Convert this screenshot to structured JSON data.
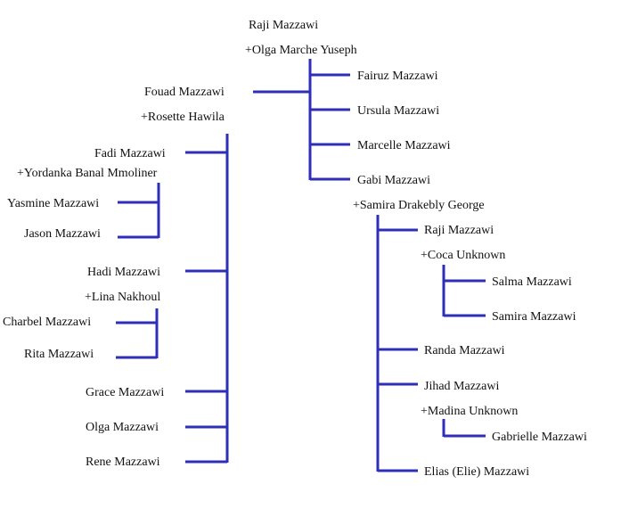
{
  "tree": {
    "line_color": "#2e2eb8",
    "text_color": "#111111",
    "root": {
      "name": "Raji Mazzawi",
      "spouse": "+Olga Marche Yuseph",
      "children": {
        "fouad": "Fouad Mazzawi",
        "fouad_spouse": "+Rosette Hawila",
        "fairuz": "Fairuz Mazzawi",
        "ursula": "Ursula Mazzawi",
        "marcelle": "Marcelle Mazzawi",
        "gabi": "Gabi Mazzawi",
        "gabi_spouse": "+Samira Drakebly George"
      }
    },
    "fouad_children": {
      "fadi": "Fadi Mazzawi",
      "fadi_spouse": "+Yordanka Banal Mmoliner",
      "hadi": "Hadi Mazzawi",
      "hadi_spouse": "+Lina Nakhoul",
      "grace": "Grace Mazzawi",
      "olga": "Olga Mazzawi",
      "rene": "Rene Mazzawi"
    },
    "fadi_children": {
      "yasmine": "Yasmine Mazzawi",
      "jason": "Jason Mazzawi"
    },
    "hadi_children": {
      "charbel": "Charbel Mazzawi",
      "rita": "Rita Mazzawi"
    },
    "gabi_children": {
      "raji": "Raji Mazzawi",
      "raji_spouse": "+Coca Unknown",
      "randa": "Randa Mazzawi",
      "jihad": "Jihad Mazzawi",
      "jihad_spouse": "+Madina Unknown",
      "elias": "Elias (Elie) Mazzawi"
    },
    "raji_children": {
      "salma": "Salma Mazzawi",
      "samira": "Samira Mazzawi"
    },
    "jihad_children": {
      "gabrielle": "Gabrielle Mazzawi"
    }
  }
}
